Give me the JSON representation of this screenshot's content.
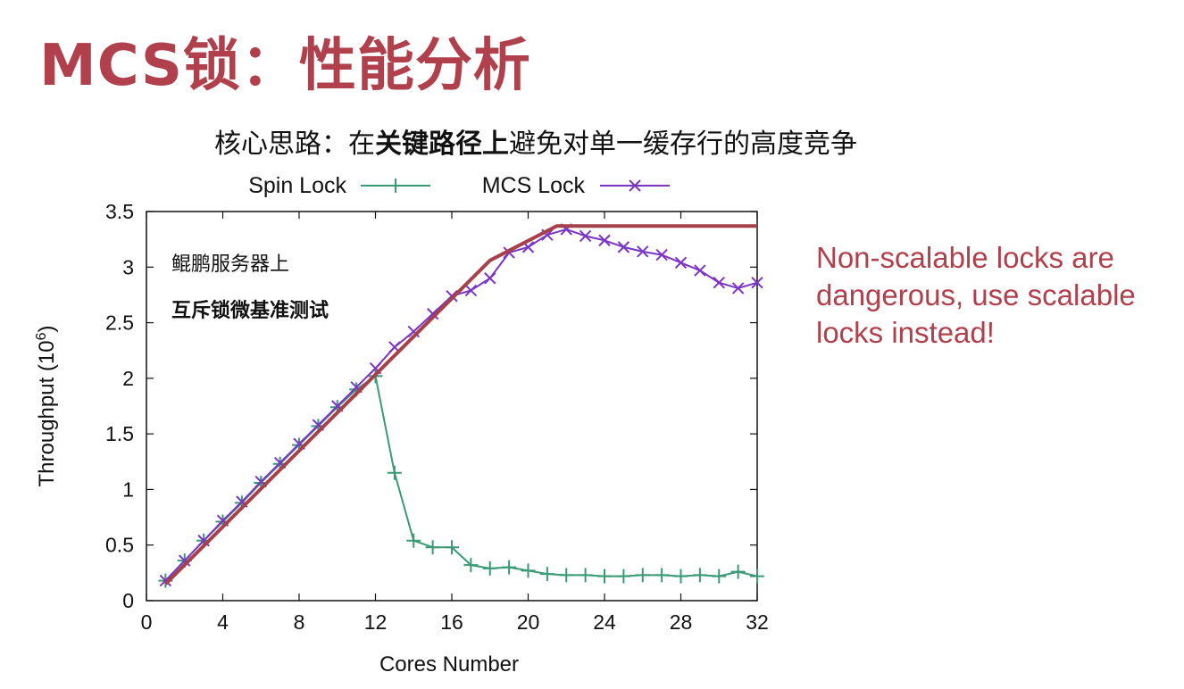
{
  "slide": {
    "title": "MCS锁：性能分析",
    "subtitle_pre": "核心思路：在",
    "subtitle_bold": "关键路径上",
    "subtitle_post": "避免对单一缓存行的高度竞争",
    "side_note": "Non-scalable locks are dangerous, use scalable locks instead!"
  },
  "chart_data": {
    "type": "line",
    "xlabel": "Cores Number",
    "ylabel": "Throughput (10",
    "ylabel_sup": "6",
    "ylabel_close": ")",
    "xlim": [
      0,
      32
    ],
    "ylim": [
      0,
      3.5
    ],
    "x_ticks": [
      "0",
      "4",
      "8",
      "12",
      "16",
      "20",
      "24",
      "28",
      "32"
    ],
    "y_ticks": [
      "0",
      "0.5",
      "1",
      "1.5",
      "2",
      "2.5",
      "3",
      "3.5"
    ],
    "annotations": [
      "鲲鹏服务器上",
      "互斥锁微基准测试"
    ],
    "legend_position": "top",
    "series": [
      {
        "name": "Spin Lock",
        "color": "#3a9a74",
        "marker": "plus",
        "x": [
          1,
          2,
          3,
          4,
          5,
          6,
          7,
          8,
          9,
          10,
          11,
          12,
          13,
          14,
          15,
          16,
          17,
          18,
          19,
          20,
          21,
          22,
          23,
          24,
          25,
          26,
          27,
          28,
          29,
          30,
          31,
          32
        ],
        "values": [
          0.18,
          0.36,
          0.54,
          0.71,
          0.88,
          1.06,
          1.23,
          1.4,
          1.57,
          1.74,
          1.9,
          2.02,
          1.15,
          0.54,
          0.48,
          0.48,
          0.32,
          0.29,
          0.3,
          0.27,
          0.24,
          0.23,
          0.23,
          0.22,
          0.22,
          0.23,
          0.23,
          0.22,
          0.23,
          0.22,
          0.26,
          0.22
        ]
      },
      {
        "name": "MCS Lock",
        "color": "#7b35c4",
        "marker": "cross",
        "x": [
          1,
          2,
          3,
          4,
          5,
          6,
          7,
          8,
          9,
          10,
          11,
          12,
          13,
          14,
          15,
          16,
          17,
          18,
          19,
          20,
          21,
          22,
          23,
          24,
          25,
          26,
          27,
          28,
          29,
          30,
          31,
          32
        ],
        "values": [
          0.18,
          0.36,
          0.54,
          0.72,
          0.89,
          1.07,
          1.24,
          1.41,
          1.58,
          1.75,
          1.92,
          2.09,
          2.28,
          2.42,
          2.58,
          2.74,
          2.79,
          2.9,
          3.13,
          3.18,
          3.29,
          3.34,
          3.28,
          3.24,
          3.18,
          3.14,
          3.11,
          3.04,
          2.97,
          2.86,
          2.81,
          2.86
        ]
      },
      {
        "name": "",
        "color": "#a8404a",
        "marker": "none",
        "x": [
          1,
          18,
          21.5,
          32
        ],
        "values": [
          0.15,
          3.06,
          3.37,
          3.37
        ]
      }
    ]
  }
}
